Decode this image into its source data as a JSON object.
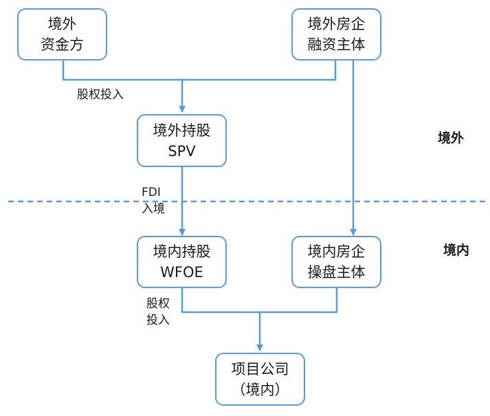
{
  "nodes": {
    "offshore_investor": {
      "line1": "境外",
      "line2": "资金方"
    },
    "offshore_developer": {
      "line1": "境外房企",
      "line2": "融资主体"
    },
    "offshore_spv": {
      "line1": "境外持股",
      "line2": "SPV"
    },
    "onshore_wfoe": {
      "line1": "境内持股",
      "line2": "WFOE"
    },
    "onshore_operator": {
      "line1": "境内房企",
      "line2": "操盘主体"
    },
    "project_company": {
      "line1": "项目公司",
      "line2": "（境内）"
    }
  },
  "labels": {
    "equity_investment_top": "股权投入",
    "fdi_line1": "FDI",
    "fdi_line2": "入境",
    "equity_bottom_line1": "股权",
    "equity_bottom_line2": "投入"
  },
  "regions": {
    "offshore": "境外",
    "onshore": "境内"
  },
  "colors": {
    "connector": "#5b9bd5",
    "box_border": "#5b9bd5"
  }
}
